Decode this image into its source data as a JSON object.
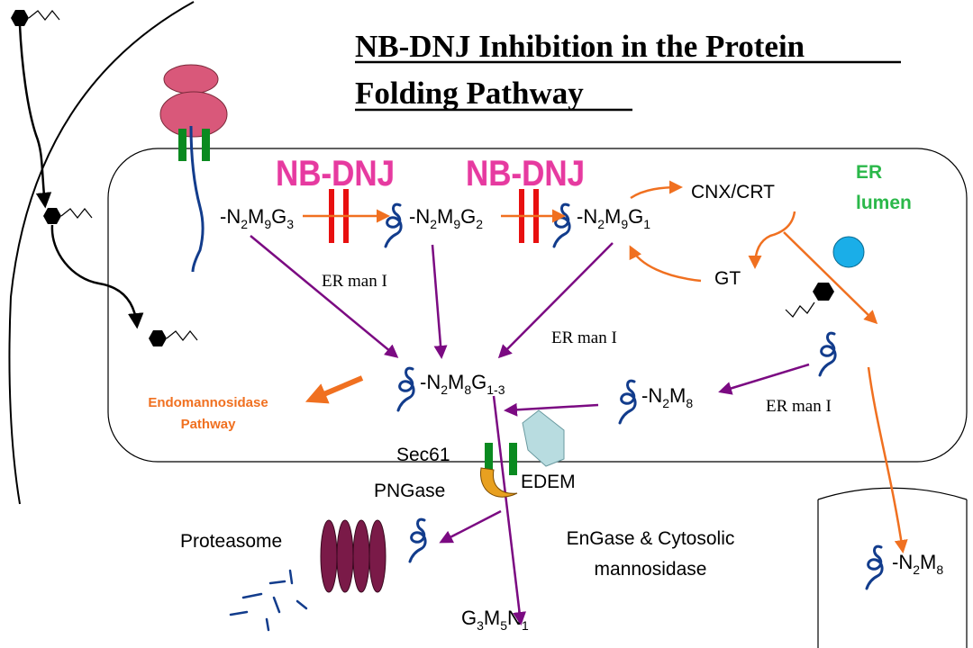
{
  "title": {
    "line1": "NB-DNJ Inhibition in the Protein",
    "line2": "Folding Pathway"
  },
  "inhibitor_badges": [
    "NB-DNJ",
    "NB-DNJ"
  ],
  "compartment_label": {
    "line1": "ER",
    "line2": "lumen"
  },
  "glycans": {
    "m9g3": {
      "base": "N",
      "s1": "2",
      "mid": "M",
      "s2": "9",
      "end": "G",
      "s3": "3"
    },
    "m9g2": {
      "base": "N",
      "s1": "2",
      "mid": "M",
      "s2": "9",
      "end": "G",
      "s3": "2"
    },
    "m9g1": {
      "base": "N",
      "s1": "2",
      "mid": "M",
      "s2": "9",
      "end": "G",
      "s3": "1"
    },
    "m8g13": {
      "base": "N",
      "s1": "2",
      "mid": "M",
      "s2": "8",
      "end": "G",
      "s3": "1-3"
    },
    "m8": {
      "base": "N",
      "s1": "2",
      "mid": "M",
      "s2": "8"
    },
    "m8_golgi": {
      "base": "N",
      "s1": "2",
      "mid": "M",
      "s2": "8"
    },
    "g3m5n1": {
      "a": "G",
      "s1": "3",
      "b": "M",
      "s2": "5",
      "c": "N",
      "s3": "1"
    }
  },
  "labels": {
    "cnx_crt": "CNX/CRT",
    "gt": "GT",
    "er_man_1": "ER man I",
    "er_man_2": "ER man I",
    "er_man_3": "ER man I",
    "endomannosidase_line1": "Endomannosidase",
    "endomannosidase_line2": "Pathway",
    "sec61": "Sec61",
    "pngase": "PNGase",
    "edem": "EDEM",
    "proteasome": "Proteasome",
    "engase_line1": "EnGase & Cytosolic",
    "engase_line2": "mannosidase"
  },
  "colors": {
    "purple_arrow": "#7b0a82",
    "orange_arrow": "#f07020",
    "inhibitor_bar": "#e81010",
    "badge_fill": "#e63aa0",
    "badge_stroke": "#ffe0f0",
    "protein_chain": "#123c8c",
    "ribosome": "#d9587a",
    "membrane_green": "#0a8a20",
    "er_lumen_text": "#2bb84a",
    "edem": "#b8dce0",
    "pngase": "#e8a020",
    "proteasome": "#7a1a48",
    "blue_chaperone": "#1aaee8"
  },
  "icons": {
    "folded_protein": "folded-protein-icon",
    "glycan_tree": "glycan-hexagon-icon",
    "ribosome": "ribosome-icon"
  }
}
